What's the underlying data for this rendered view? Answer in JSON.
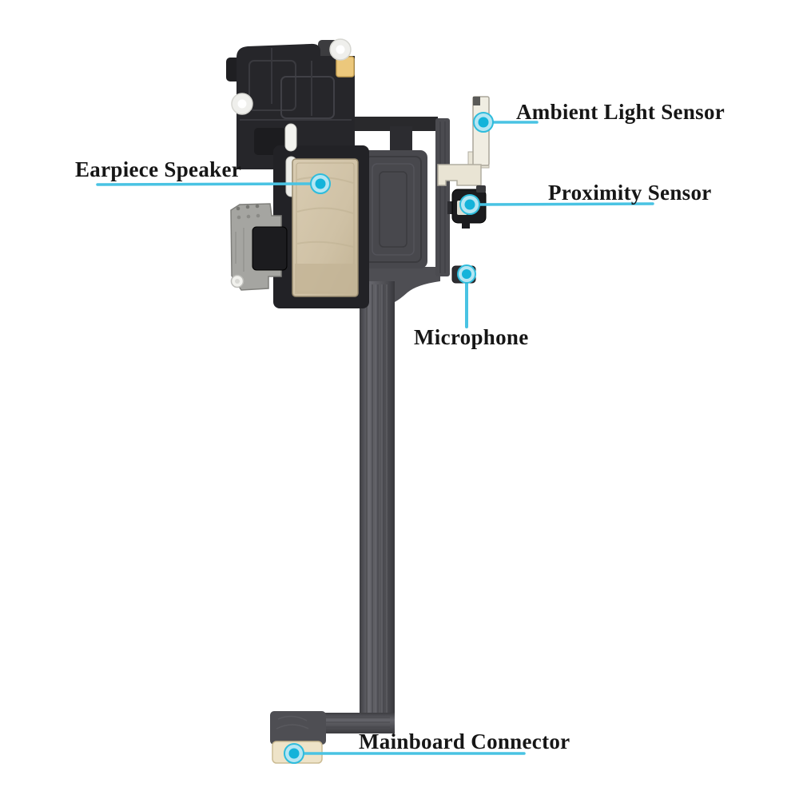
{
  "figure": {
    "subject": "Earpiece speaker and sensor flex cable replacement part, annotated",
    "background_color": "#ffffff"
  },
  "colors": {
    "label_text": "#161616",
    "callout_line": "#49c3e3",
    "callout_dot_inner": "#14b3da",
    "callout_dot_ring": "#b5e6f3",
    "flex_ribbon": "#58585d",
    "black_housing": "#26262a",
    "speaker_pad": "#cfc1a5",
    "metal_bracket": "#a5a5a1",
    "sensor_flex": "#f0ede2",
    "connector_pad": "#eee3c8",
    "contact_square": "#ecc87c"
  },
  "labels": [
    {
      "id": "ambient-light-sensor",
      "text": "Ambient Light Sensor"
    },
    {
      "id": "earpiece-speaker",
      "text": "Earpiece Speaker"
    },
    {
      "id": "proximity-sensor",
      "text": "Proximity Sensor"
    },
    {
      "id": "microphone",
      "text": "Microphone"
    },
    {
      "id": "mainboard-connector",
      "text": "Mainboard Connector"
    }
  ],
  "parts": [
    "earpiece-speaker-assembly",
    "metal-bracket",
    "ambient-light-sensor-flex",
    "proximity-sensor-module",
    "microphone-module",
    "main-flex-ribbon",
    "mainboard-connector-pad"
  ]
}
